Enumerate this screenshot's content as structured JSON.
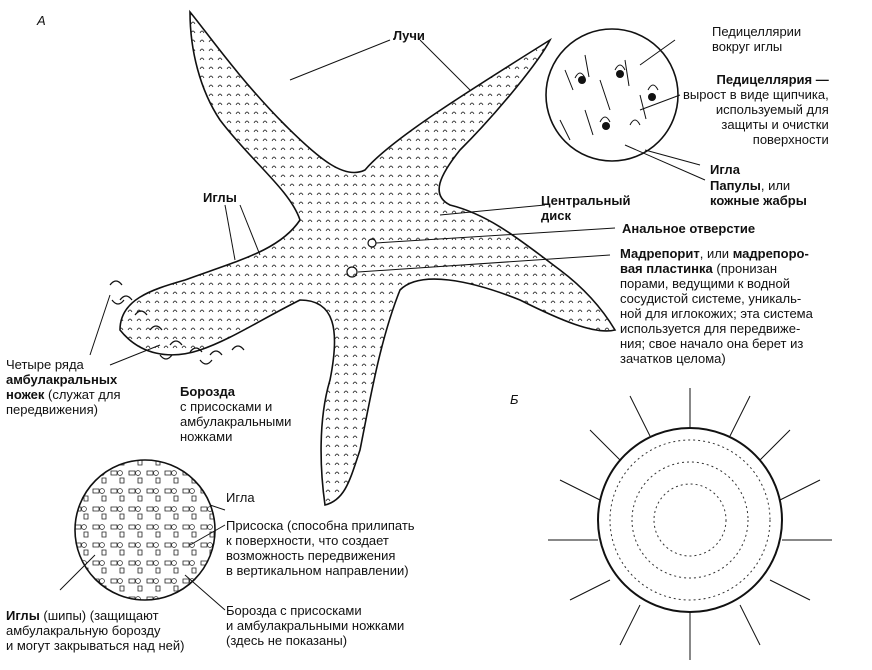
{
  "panel_labels": {
    "a": "А",
    "b": "Б"
  },
  "labels": {
    "luchi": "Лучи",
    "pedicellarii_vokrug_l1": "Педицеллярии",
    "pedicellarii_vokrug_l2": "вокруг иглы",
    "pedicellaria_term": "Педицеллярия —",
    "pedicellaria_l2": "вырост в виде щипчика,",
    "pedicellaria_l3": "используемый для",
    "pedicellaria_l4": "защиты и очистки",
    "pedicellaria_l5": "поверхности",
    "igla_top": "Игла",
    "papuly_term": "Папулы",
    "papuly_rest": ", или",
    "papuly_term2": "кожные жабры",
    "igly": "Иглы",
    "centr_l1": "Центральный",
    "centr_l2": "диск",
    "anal": "Анальное отверстие",
    "madre_term": "Мадрепорит",
    "madre_mid": ", или",
    "madre_term2a": "мадрепоро-",
    "madre_term2b": "вая пластинка",
    "madre_rest": " (пронизан",
    "madre_l3": "порами, ведущими к водной",
    "madre_l4": "сосудистой системе, уникаль-",
    "madre_l5": "ной для иглокожих; эта система",
    "madre_l6": "используется для передвиже-",
    "madre_l7": "ния; свое начало она берет из",
    "madre_l8": "зачатков целома)",
    "chetyre_l1": "Четыре ряда",
    "chetyre_term_a": "амбулакральных",
    "chetyre_term_b": "ножек",
    "chetyre_rest": " (служат для",
    "chetyre_l4": "передвижения)",
    "borozda_term": "Борозда",
    "borozda_l2": "с присосками и",
    "borozda_l3": "амбулакральными",
    "borozda_l4": "ножками",
    "igla_bottom": "Игла",
    "prisoska_l1": "Присоска (способна прилипать",
    "prisoska_l2": "к поверхности, что создает",
    "prisoska_l3": "возможность передвижения",
    "prisoska_l4": "в вертикальном направлении)",
    "igly_term": "Иглы",
    "igly_rest": " (шипы) (защищают",
    "igly_l2": "амбулакральную борозду",
    "igly_l3": "и могут закрываться над ней)",
    "borozda2_l1": "Борозда с присосками",
    "borozda2_l2": "и амбулакральными ножками",
    "borozda2_l3": "(здесь не показаны)"
  },
  "colors": {
    "ink": "#111111",
    "paper": "#ffffff"
  }
}
